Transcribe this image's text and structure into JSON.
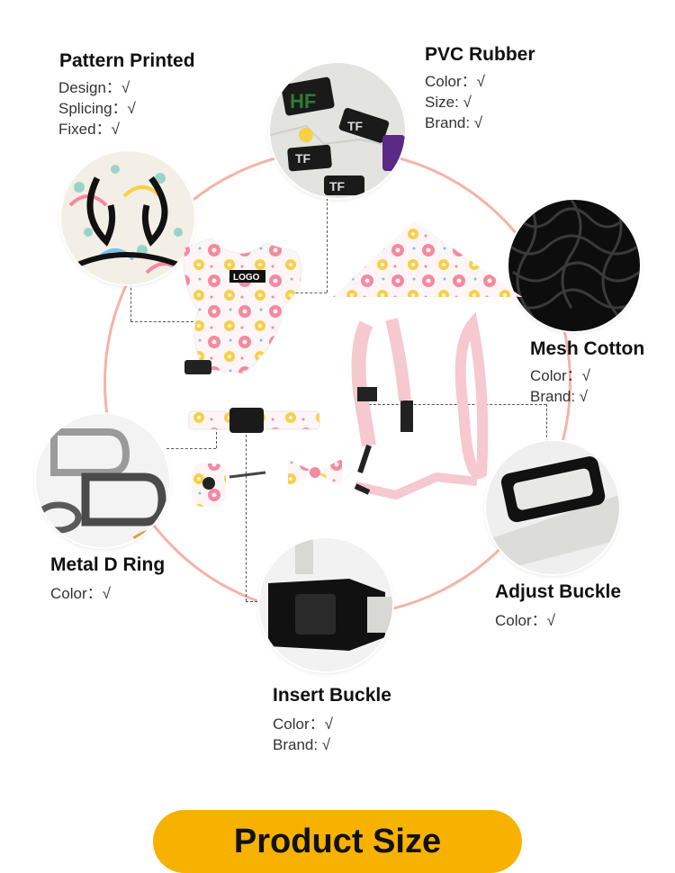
{
  "features": {
    "pattern": {
      "title": "Pattern Printed",
      "attrs": [
        "Design：√",
        "Splicing：√",
        "Fixed：√"
      ]
    },
    "pvc": {
      "title": "PVC Rubber",
      "attrs": [
        "Color：√",
        "Size: √",
        "Brand: √"
      ]
    },
    "mesh": {
      "title": "Mesh Cotton",
      "attrs": [
        "Color：√",
        "Brand: √"
      ]
    },
    "metal": {
      "title": "Metal D Ring",
      "attrs": [
        "Color：√"
      ]
    },
    "adjust": {
      "title": "Adjust Buckle",
      "attrs": [
        "Color：√"
      ]
    },
    "insert": {
      "title": "Insert Buckle",
      "attrs": [
        "Color：√",
        "Brand: √"
      ]
    }
  },
  "product": {
    "logo_text": "LOGO"
  },
  "pvc_patch_texts": [
    "HF",
    "TF",
    "TF",
    "TF"
  ],
  "banner": {
    "label": "Product Size"
  },
  "colors": {
    "ring": "#f4b3a8",
    "banner": "#f7b200",
    "donut_pink": "#f38aa0",
    "donut_yellow": "#f7d046"
  }
}
